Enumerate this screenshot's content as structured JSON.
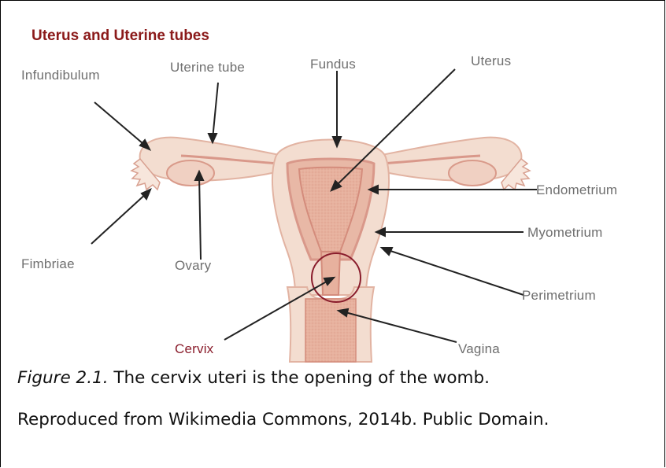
{
  "diagram": {
    "title": "Uterus and Uterine tubes",
    "labels": {
      "infundibulum": "Infundibulum",
      "uterine_tube": "Uterine tube",
      "fundus": "Fundus",
      "uterus": "Uterus",
      "endometrium": "Endometrium",
      "myometrium": "Myometrium",
      "perimetrium": "Perimetrium",
      "fimbriae": "Fimbriae",
      "ovary": "Ovary",
      "cervix": "Cervix",
      "vagina": "Vagina"
    },
    "colors": {
      "tissue_light": "#f3ddd0",
      "tissue_mid": "#e8b8a6",
      "tissue_dark": "#d9988a",
      "cervix_circle": "#8a1d2c",
      "title": "#8b1a1a"
    }
  },
  "caption": {
    "figure_label": "Figure 2.1.",
    "figure_text": " The cervix uteri is the opening of the womb.",
    "source": "Reproduced from Wikimedia Commons, 2014b. Public Domain."
  }
}
